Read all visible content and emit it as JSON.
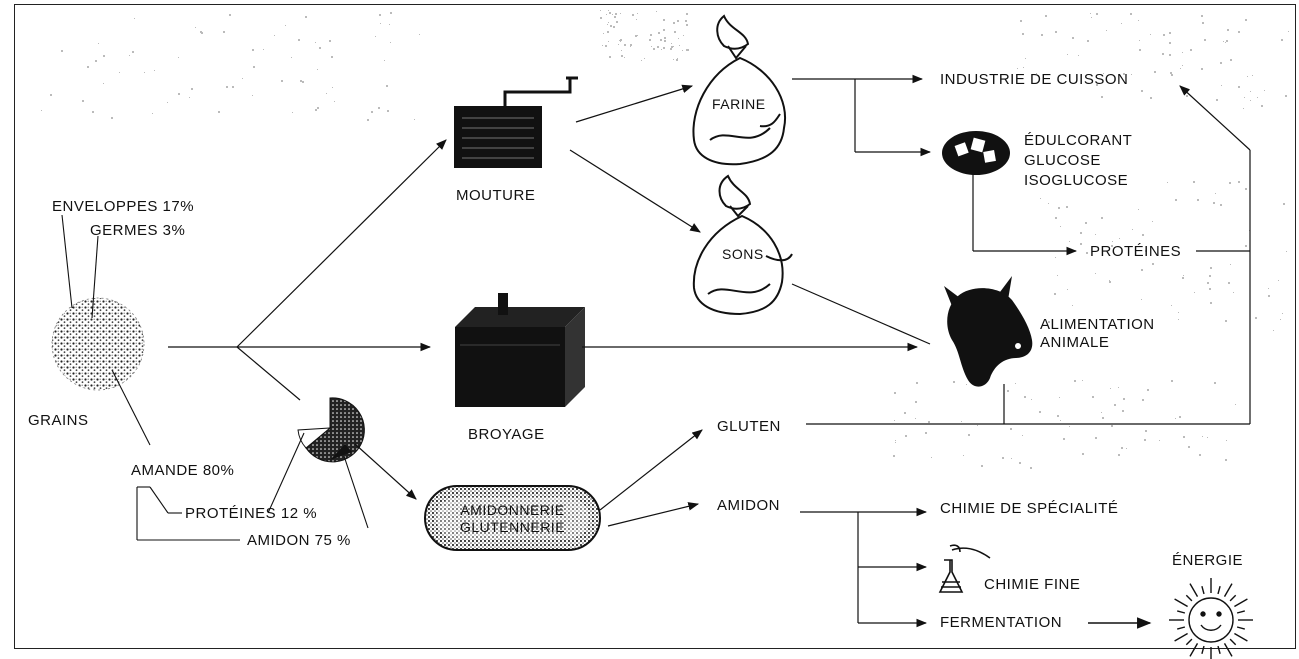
{
  "labels": {
    "enveloppes": "ENVELOPPES 17%",
    "germes": "GERMES 3%",
    "grains": "GRAINS",
    "amande": "AMANDE 80%",
    "proteines_grain": "PROTÉINES 12 %",
    "amidon_grain": "AMIDON 75 %",
    "mouture": "MOUTURE",
    "broyage": "BROYAGE",
    "amidonnerie_1": "AMIDONNERIE",
    "amidonnerie_2": "GLUTENNERIE",
    "farine": "FARINE",
    "sons": "SONS",
    "gluten": "GLUTEN",
    "amidon": "AMIDON",
    "industrie": "INDUSTRIE DE CUISSON",
    "edulcorant": "ÉDULCORANT",
    "glucose": "GLUCOSE",
    "isoglucose": "ISOGLUCOSE",
    "proteines": "PROTÉINES",
    "alimentation_1": "ALIMENTATION",
    "alimentation_2": "ANIMALE",
    "chimie_specialite": "CHIMIE DE SPÉCIALITÉ",
    "chimie_fine": "CHIMIE FINE",
    "fermentation": "FERMENTATION",
    "energie": "ÉNERGIE"
  },
  "icons": {
    "grain": "grain-icon",
    "amande": "amande-pie-icon",
    "mill": "mill-icon",
    "grinder": "grinder-box-icon",
    "sack_farine": "flour-sack-icon",
    "sack_sons": "bran-sack-icon",
    "sugar": "sugar-dish-icon",
    "cow": "cow-head-icon",
    "flask": "flask-icon",
    "sun": "sun-icon"
  },
  "colors": {
    "ink": "#111111",
    "paper": "#ffffff",
    "speckle": "#bbbbbb"
  }
}
